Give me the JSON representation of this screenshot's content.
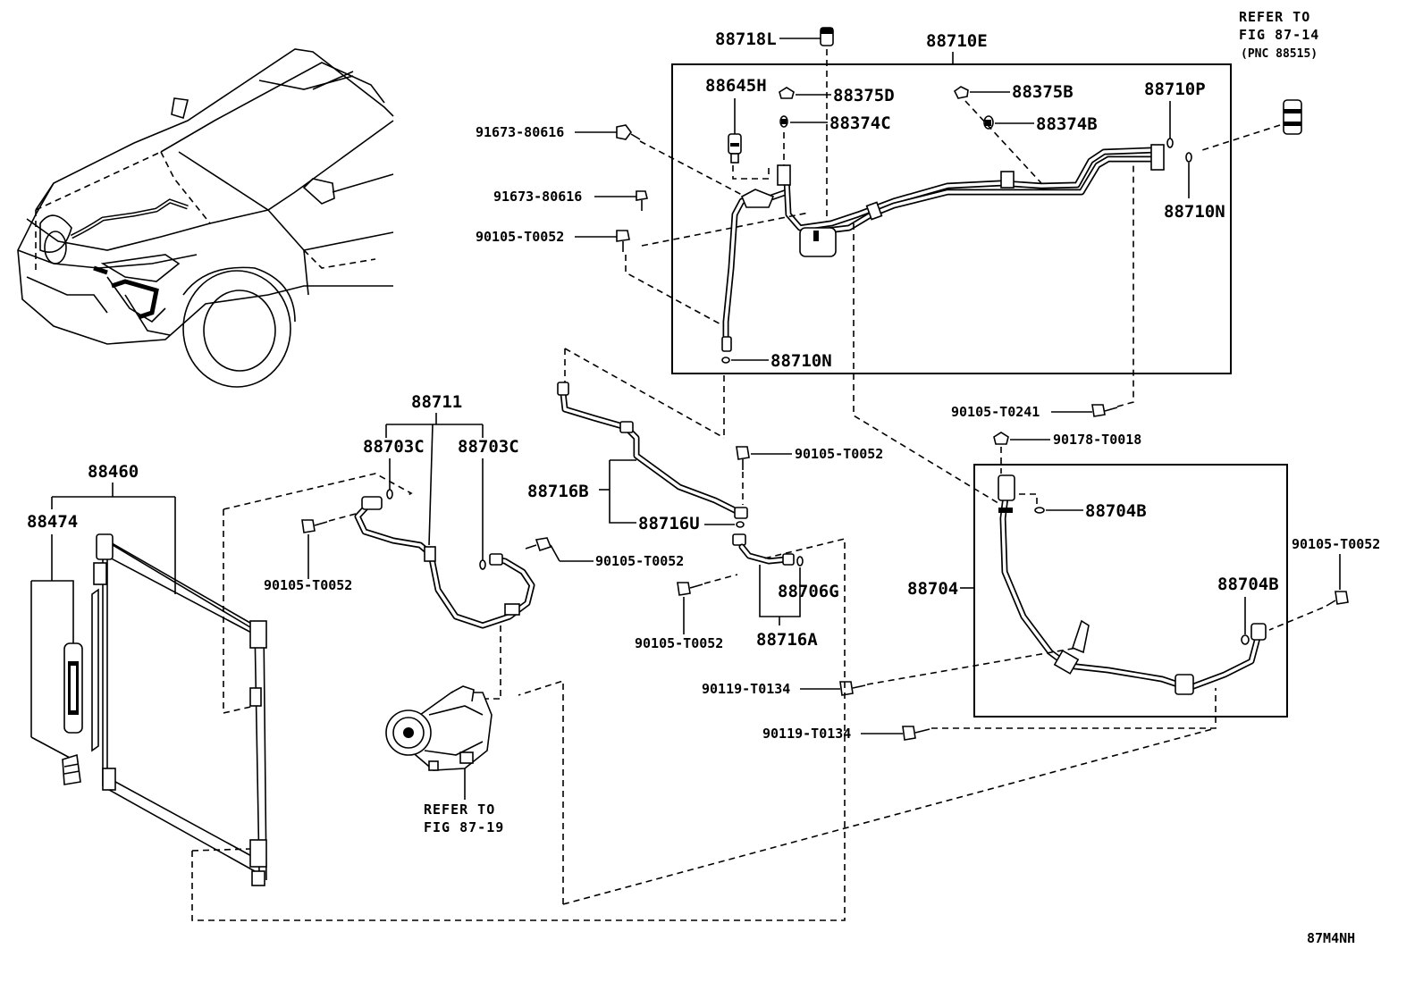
{
  "figure_code": "87M4NH",
  "labels": {
    "p88718L": "88718L",
    "p88710E": "88710E",
    "p88645H": "88645H",
    "p88375D": "88375D",
    "p88374C": "88374C",
    "p88375B": "88375B",
    "p88374B": "88374B",
    "p88710P": "88710P",
    "p88710N_top": "88710N",
    "p88710N_bottom": "88710N",
    "p91673_a": "91673-80616",
    "p91673_b": "91673-80616",
    "p90105_T0052_a": "90105-T0052",
    "p90105_T0241": "90105-T0241",
    "p90178_T0018": "90178-T0018",
    "p88704B_a": "88704B",
    "p88704B_b": "88704B",
    "p88704": "88704",
    "p90105_T0052_right": "90105-T0052",
    "p90119_T0134_a": "90119-T0134",
    "p90119_T0134_b": "90119-T0134",
    "p88711": "88711",
    "p88703C_a": "88703C",
    "p88703C_b": "88703C",
    "p88460": "88460",
    "p88474": "88474",
    "p90105_T0052_b": "90105-T0052",
    "p90105_T0052_c": "90105-T0052",
    "p88716B": "88716B",
    "p88716U": "88716U",
    "p90105_T0052_d": "90105-T0052",
    "p88706G": "88706G",
    "p88716A": "88716A",
    "p90105_T0052_e": "90105-T0052"
  },
  "refer_top": {
    "line1": "REFER TO",
    "line2": "FIG 87-14",
    "line3": "(PNC 88515)"
  },
  "refer_compressor": {
    "line1": "REFER TO",
    "line2": "FIG 87-19"
  }
}
